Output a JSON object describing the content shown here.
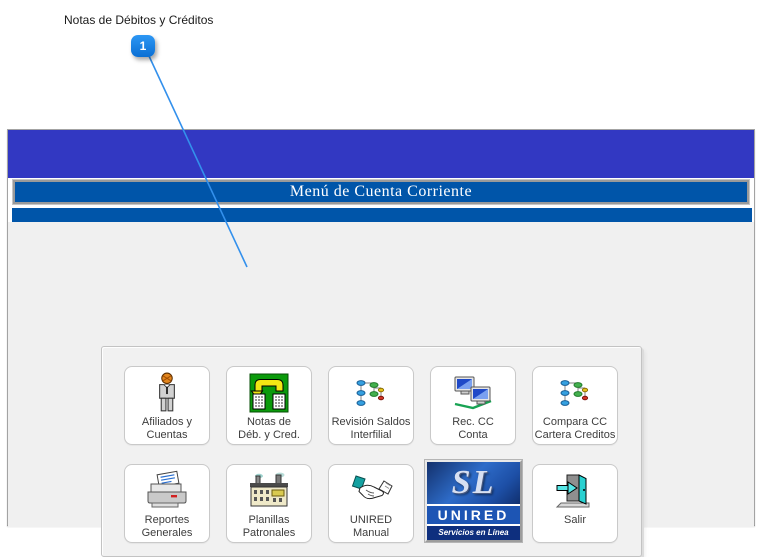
{
  "annotation": {
    "label": "Notas de Débitos y Créditos",
    "badge_number": "1"
  },
  "window": {
    "title": "Menú de Cuenta Corriente",
    "menu": {
      "buttons": [
        {
          "label": "Afiliados y\nCuentas",
          "icon": "person-icon"
        },
        {
          "label": "Notas de\nDéb. y Cred.",
          "icon": "debit-credit-notes-icon"
        },
        {
          "label": "Revisión Saldos\nInterfilial",
          "icon": "hierarchy-tree-icon"
        },
        {
          "label": "Rec. CC\nConta",
          "icon": "networked-computers-icon"
        },
        {
          "label": "Compara CC\nCartera Creditos",
          "icon": "hierarchy-tree-icon"
        },
        {
          "label": "Reportes\nGenerales",
          "icon": "printer-icon"
        },
        {
          "label": "Planillas\nPatronales",
          "icon": "factory-icon"
        },
        {
          "label": "UNIRED\nManual",
          "icon": "handshake-icon"
        },
        {
          "label": "Salir",
          "icon": "exit-door-icon"
        }
      ],
      "logo": {
        "initials": "SL",
        "name": "UNIRED",
        "tagline": "Servicios en Línea"
      }
    }
  },
  "colors": {
    "header_band": "#3238c2",
    "title_bar_blue": "#0055a9",
    "window_body": "#f0f0f0",
    "callout_blue": "#1180e8",
    "leader_line": "#3390ec",
    "button_label": "#3d3d3d",
    "notes_icon_green": "#0b9a0b",
    "logo_navy": "#0e2f7e"
  }
}
